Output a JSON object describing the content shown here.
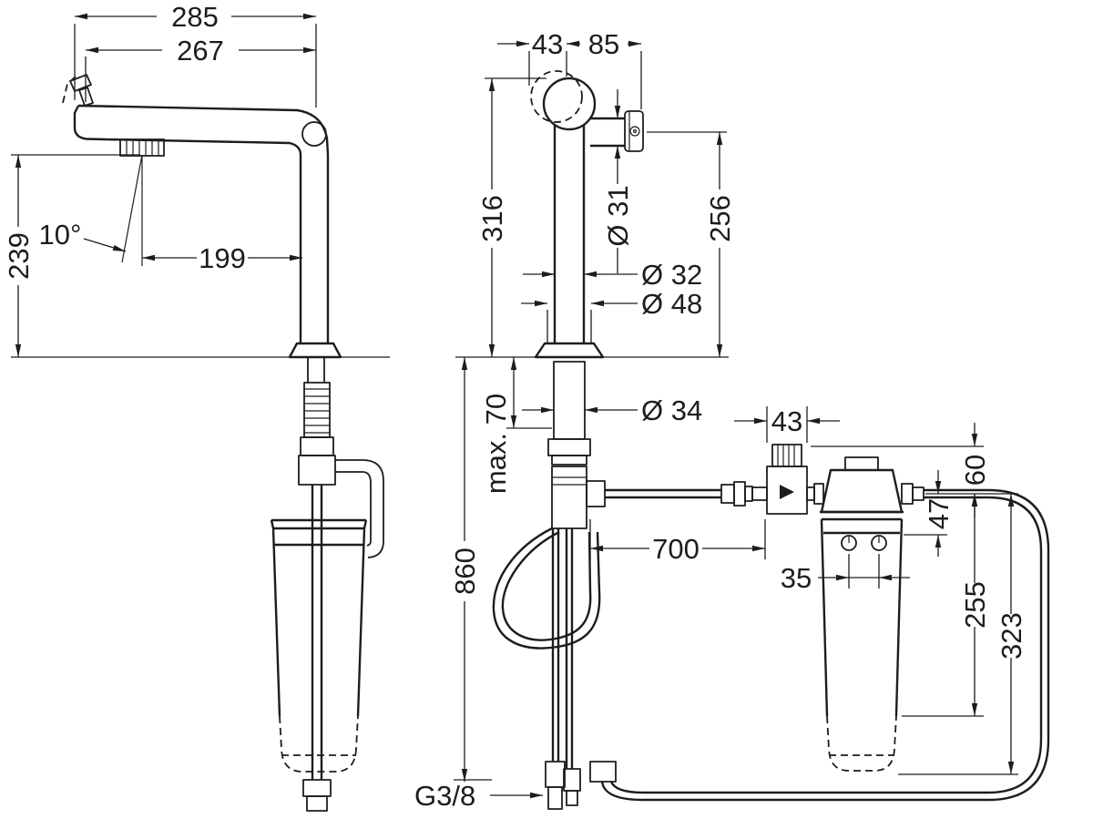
{
  "drawing": {
    "colors": {
      "line": "#1d1d1b",
      "background": "#ffffff"
    },
    "labels": {
      "d285": "285",
      "d267": "267",
      "d239": "239",
      "a10": "10°",
      "d199": "199",
      "d43top": "43",
      "d85": "85",
      "d316": "316",
      "dia31": "Ø 31",
      "d256": "256",
      "dia32": "Ø 32",
      "dia48": "Ø 48",
      "dia34": "Ø 34",
      "max70": "max. 70",
      "d860": "860",
      "d700": "700",
      "d43right": "43",
      "d60": "60",
      "d47": "47",
      "d35": "35",
      "d255": "255",
      "d323": "323",
      "thread": "G3/8"
    }
  }
}
